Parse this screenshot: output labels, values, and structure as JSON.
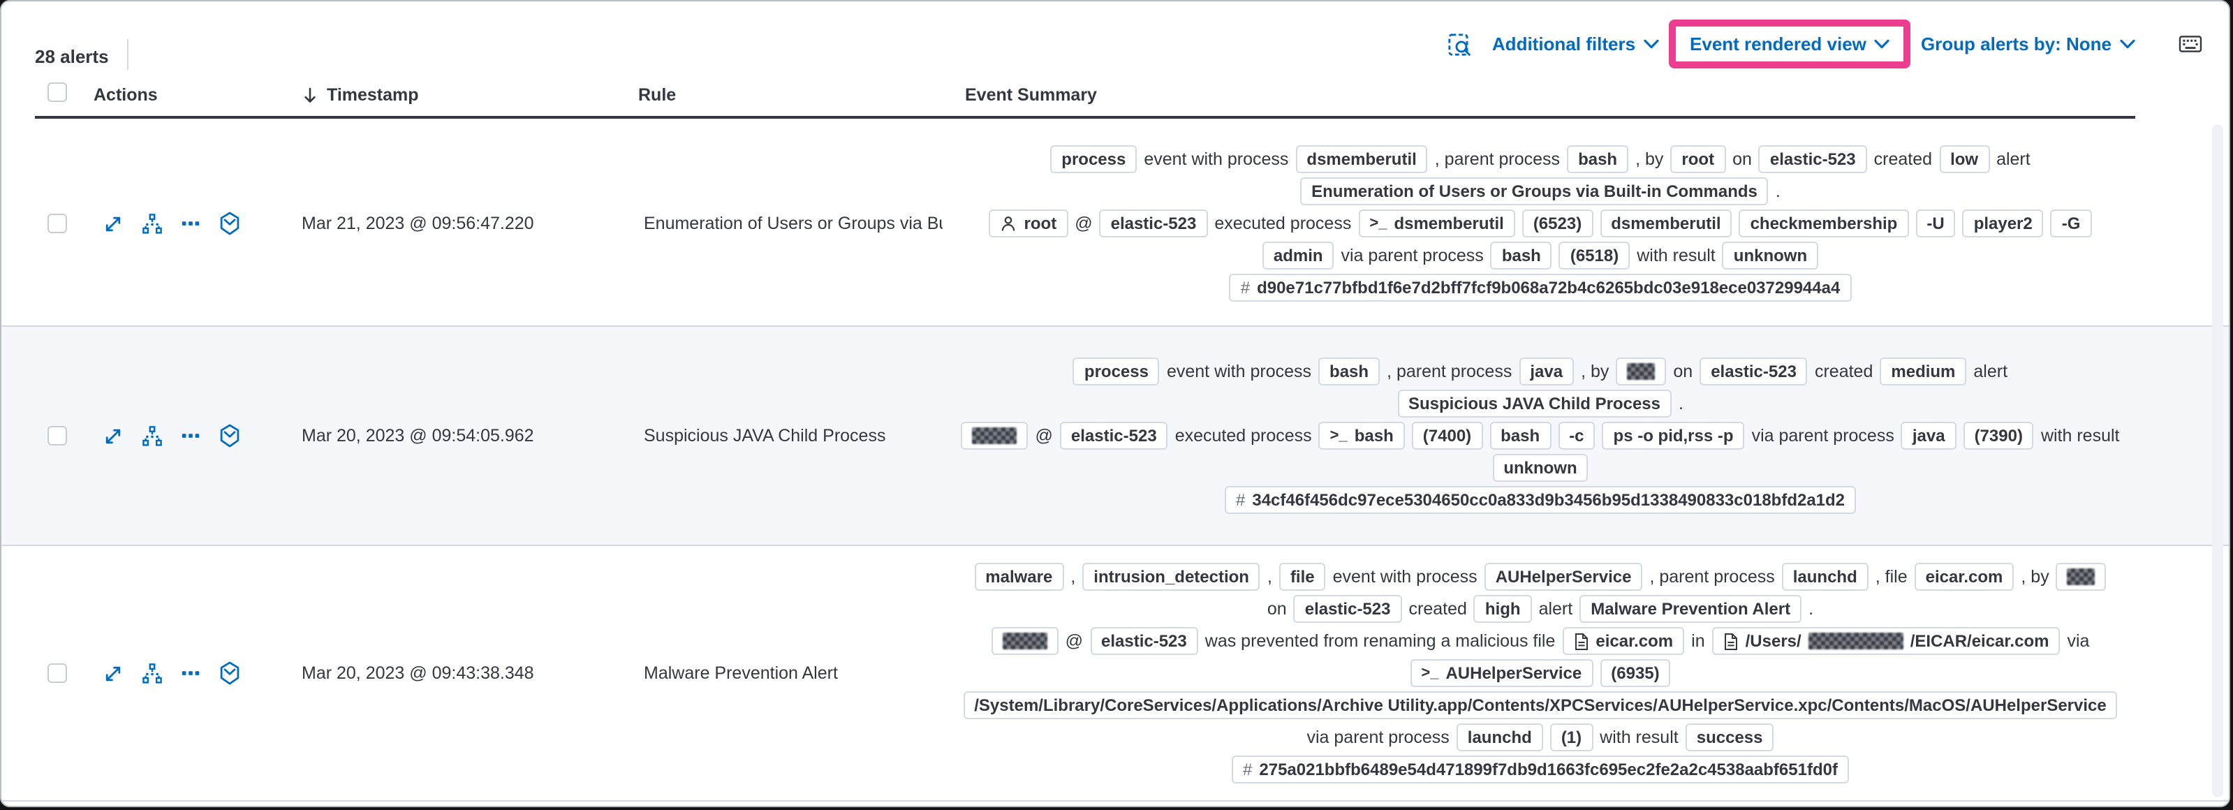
{
  "toolbar": {
    "alerts_count": "28 alerts",
    "additional_filters": "Additional filters",
    "view_selector": "Event rendered view",
    "group_alerts": "Group alerts by: None",
    "icons": [
      "inspect-icon",
      "keyboard-shortcuts-icon"
    ]
  },
  "table": {
    "headers": {
      "actions": "Actions",
      "timestamp": "Timestamp",
      "rule": "Rule",
      "event_summary": "Event Summary"
    },
    "sort": "descending-on-timestamp",
    "action_icons": [
      "expand-alert-icon",
      "analyze-event-icon",
      "more-actions-icon",
      "investigate-in-timeline-icon"
    ]
  },
  "colors": {
    "accent_blue": "#006bc0",
    "highlight_pink": "#ed3d90",
    "text_dark": "#343741",
    "border_light": "#d3dae6",
    "row_alt_bg": "#f5f7fa"
  },
  "rows": [
    {
      "timestamp": "Mar 21, 2023 @ 09:56:47.220",
      "rule": "Enumeration of Users or Groups via Bui",
      "summary": [
        [
          {
            "badge": "process"
          },
          {
            "text": "event with process"
          },
          {
            "badge": "dsmemberutil"
          },
          {
            "text": ", parent process"
          },
          {
            "badge": "bash"
          },
          {
            "text": ", by"
          },
          {
            "badge": "root"
          },
          {
            "text": "on"
          },
          {
            "badge": "elastic-523"
          },
          {
            "text": "created"
          },
          {
            "badge": "low"
          },
          {
            "text": "alert"
          }
        ],
        [
          {
            "badge": "Enumeration of Users or Groups via Built-in Commands"
          },
          {
            "text": "."
          }
        ],
        [
          {
            "badge": "root",
            "icon": "user"
          },
          {
            "text": "@"
          },
          {
            "badge": "elastic-523"
          },
          {
            "text": "executed process"
          },
          {
            "badge": "dsmemberutil",
            "icon": "terminal"
          },
          {
            "badge": "(6523)"
          },
          {
            "badge": "dsmemberutil"
          },
          {
            "badge": "checkmembership"
          },
          {
            "badge": "-U"
          },
          {
            "badge": "player2"
          },
          {
            "badge": "-G"
          }
        ],
        [
          {
            "badge": "admin"
          },
          {
            "text": "via parent process"
          },
          {
            "badge": "bash"
          },
          {
            "badge": "(6518)"
          },
          {
            "text": "with result"
          },
          {
            "badge": "unknown"
          }
        ],
        [
          {
            "badge": "d90e71c77bfbd1f6e7d2bff7fcf9b068a72b4c6265bdc03e918ece03729944a4",
            "icon": "hash"
          }
        ]
      ]
    },
    {
      "timestamp": "Mar 20, 2023 @ 09:54:05.962",
      "rule": "Suspicious JAVA Child Process",
      "summary": [
        [
          {
            "badge": "process"
          },
          {
            "text": "event with process"
          },
          {
            "badge": "bash"
          },
          {
            "text": ", parent process"
          },
          {
            "badge": "java"
          },
          {
            "text": ", by"
          },
          {
            "badge_redacted": "sm"
          },
          {
            "text": "on"
          },
          {
            "badge": "elastic-523"
          },
          {
            "text": "created"
          },
          {
            "badge": "medium"
          },
          {
            "text": "alert"
          }
        ],
        [
          {
            "badge": "Suspicious JAVA Child Process"
          },
          {
            "text": "."
          }
        ],
        [
          {
            "badge_redacted": "md"
          },
          {
            "text": "@"
          },
          {
            "badge": "elastic-523"
          },
          {
            "text": "executed process"
          },
          {
            "badge": "bash",
            "icon": "terminal"
          },
          {
            "badge": "(7400)"
          },
          {
            "badge": "bash"
          },
          {
            "badge": "-c"
          },
          {
            "badge": "ps -o pid,rss -p"
          },
          {
            "text": "via parent process"
          },
          {
            "badge": "java"
          },
          {
            "badge": "(7390)"
          },
          {
            "text": "with result"
          }
        ],
        [
          {
            "badge": "unknown"
          }
        ],
        [
          {
            "badge": "34cf46f456dc97ece5304650cc0a833d9b3456b95d1338490833c018bfd2a1d2",
            "icon": "hash"
          }
        ]
      ]
    },
    {
      "timestamp": "Mar 20, 2023 @ 09:43:38.348",
      "rule": "Malware Prevention Alert",
      "summary": [
        [
          {
            "badge": "malware"
          },
          {
            "text": ","
          },
          {
            "badge": "intrusion_detection"
          },
          {
            "text": ","
          },
          {
            "badge": "file"
          },
          {
            "text": "event with process"
          },
          {
            "badge": "AUHelperService"
          },
          {
            "text": ", parent process"
          },
          {
            "badge": "launchd"
          },
          {
            "text": ", file"
          },
          {
            "badge": "eicar.com"
          },
          {
            "text": ", by"
          },
          {
            "badge_redacted": "sm"
          }
        ],
        [
          {
            "text": "on"
          },
          {
            "badge": "elastic-523"
          },
          {
            "text": "created"
          },
          {
            "badge": "high"
          },
          {
            "text": "alert"
          },
          {
            "badge": "Malware Prevention Alert"
          },
          {
            "text": "."
          }
        ],
        [
          {
            "badge_redacted": "md"
          },
          {
            "text": "@"
          },
          {
            "badge": "elastic-523"
          },
          {
            "text": "was prevented from renaming a malicious file"
          },
          {
            "badge": "eicar.com",
            "icon": "file"
          },
          {
            "text": "in"
          },
          {
            "badge_parts": [
              {
                "text": "/Users/"
              },
              {
                "redacted": "lg"
              },
              {
                "text": "/EICAR/eicar.com"
              }
            ],
            "icon": "file"
          },
          {
            "text": "via"
          }
        ],
        [
          {
            "badge": "AUHelperService",
            "icon": "terminal"
          },
          {
            "badge": "(6935)"
          }
        ],
        [
          {
            "badge": "/System/Library/CoreServices/Applications/Archive Utility.app/Contents/XPCServices/AUHelperService.xpc/Contents/MacOS/AUHelperService"
          }
        ],
        [
          {
            "text": "via parent process"
          },
          {
            "badge": "launchd"
          },
          {
            "badge": "(1)"
          },
          {
            "text": "with result"
          },
          {
            "badge": "success"
          }
        ],
        [
          {
            "badge": "275a021bbfb6489e54d471899f7db9d1663fc695ec2fe2a2c4538aabf651fd0f",
            "icon": "hash"
          }
        ]
      ]
    }
  ]
}
